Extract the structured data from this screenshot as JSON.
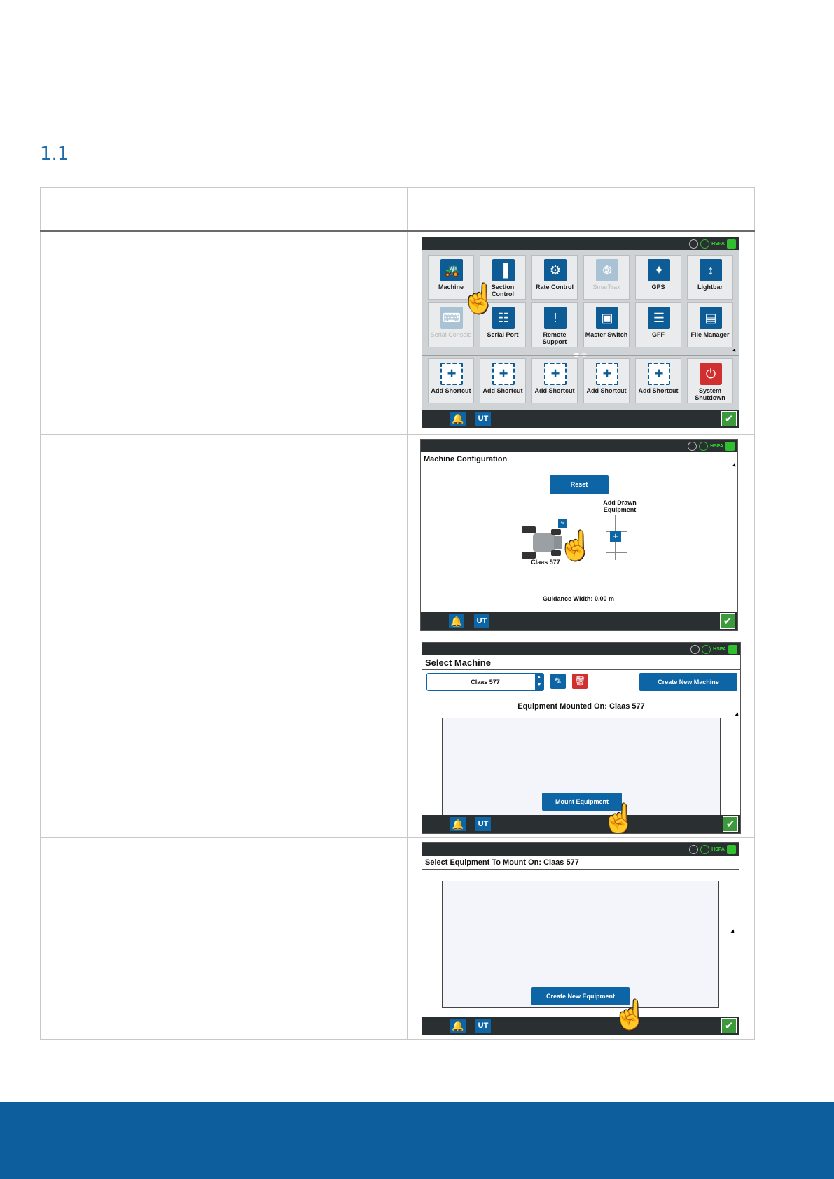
{
  "section": {
    "number": "1.1"
  },
  "colors": {
    "brand_blue": "#0c5e9c",
    "accent_green": "#3c9a3c",
    "power_red": "#d03030"
  },
  "status_bar": {
    "signal_text": "HSPA"
  },
  "bottom_bar": {
    "bell_icon": "bell-icon",
    "ut_label": "UT",
    "confirm_icon": "check-icon"
  },
  "screen1": {
    "row1": [
      {
        "label": "Machine",
        "icon": "tractor-icon"
      },
      {
        "label": "Section Control",
        "icon": "sections-icon"
      },
      {
        "label": "Rate Control",
        "icon": "gear-icon"
      },
      {
        "label": "SmarTrax",
        "icon": "steering-wheel-icon",
        "disabled": true
      },
      {
        "label": "GPS",
        "icon": "satellite-icon"
      },
      {
        "label": "Lightbar",
        "icon": "lightbar-icon"
      }
    ],
    "row2": [
      {
        "label": "Serial Console",
        "icon": "console-icon",
        "disabled": true
      },
      {
        "label": "Serial Port",
        "icon": "serial-port-icon"
      },
      {
        "label": "Remote Support",
        "icon": "headset-icon"
      },
      {
        "label": "Master Switch",
        "icon": "switch-icon"
      },
      {
        "label": "GFF",
        "icon": "list-icon"
      },
      {
        "label": "File Manager",
        "icon": "folder-icon"
      }
    ],
    "shortcuts": [
      {
        "label": "Add Shortcut"
      },
      {
        "label": "Add Shortcut"
      },
      {
        "label": "Add Shortcut"
      },
      {
        "label": "Add Shortcut"
      },
      {
        "label": "Add Shortcut"
      },
      {
        "label": "System Shutdown",
        "icon": "power-icon"
      }
    ]
  },
  "screen2": {
    "title": "Machine Configuration",
    "reset_label": "Reset",
    "add_drawn_label": "Add Drawn Equipment",
    "machine_name": "Claas 577",
    "guidance_label": "Guidance Width:",
    "guidance_value": "0.00 m"
  },
  "screen3": {
    "title": "Select Machine",
    "selected_machine": "Claas 577",
    "create_label": "Create New Machine",
    "mounted_label": "Equipment Mounted On: Claas 577",
    "mount_label": "Mount Equipment"
  },
  "screen4": {
    "title": "Select Equipment To Mount On: Claas 577",
    "create_label": "Create New Equipment"
  }
}
